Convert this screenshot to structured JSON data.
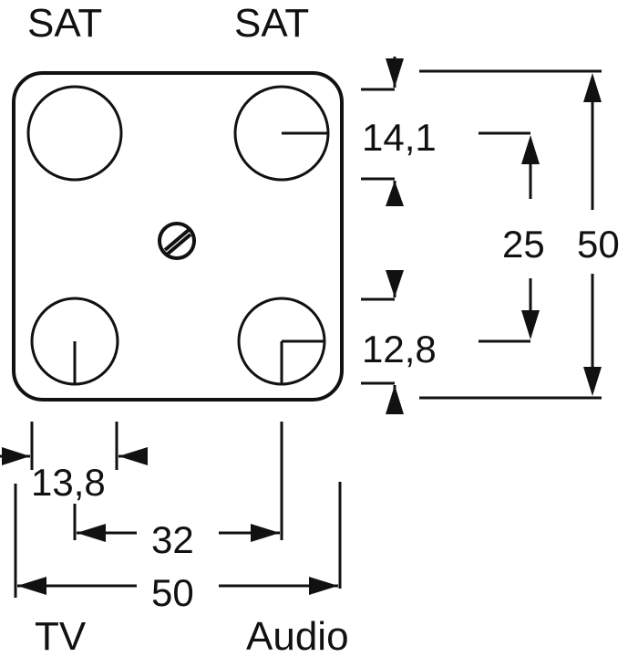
{
  "labels": {
    "sat_left": "SAT",
    "sat_right": "SAT",
    "tv": "TV",
    "audio": "Audio"
  },
  "dimensions": {
    "top_socket_diameter": "14,1",
    "bottom_socket_diameter": "12,8",
    "vertical_spacing": "25",
    "plate_height": "50",
    "left_socket_offset": "13,8",
    "horizontal_spacing": "32",
    "plate_width": "50"
  },
  "colors": {
    "ink": "#111111",
    "background": "#ffffff"
  }
}
